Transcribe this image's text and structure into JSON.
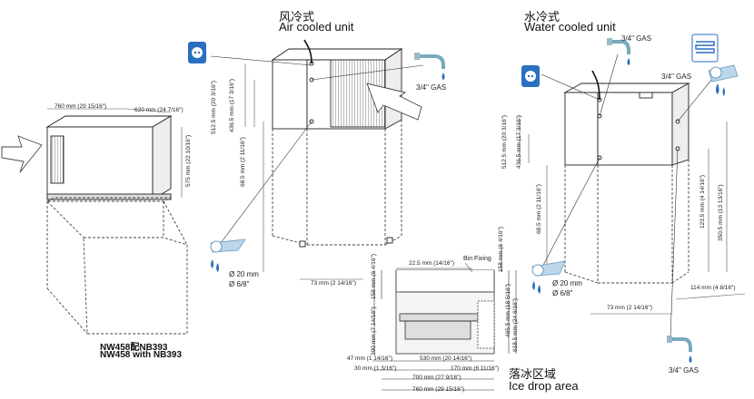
{
  "air_section": {
    "title_cn": "风冷式",
    "title_en": "Air cooled unit",
    "gas_label": "3/4\" GAS",
    "drain_mm": "Ø 20 mm",
    "drain_in": "Ø 6/8\"",
    "dim_depth": "73 mm (2 14/16\")",
    "dim_total_h": "512.5 mm (20 3/16\")",
    "dim_unit_h": "436.5 mm (17 3/16\")",
    "dim_drain_h": "68.5 mm (2 11/16\")"
  },
  "water_section": {
    "title_cn": "水冷式",
    "title_en": "Water cooled unit",
    "gas_label_top": "3/4\" GAS",
    "gas_label_right": "3/4\" GAS",
    "gas_label_bottom": "3/4\" GAS",
    "drain_mm": "Ø 20 mm",
    "drain_in": "Ø 6/8\"",
    "dim_depth": "73 mm (2 14/16\")",
    "dim_right": "114 mm (4 8/16\")",
    "dim_total_h": "512.5 mm (20 3/16\")",
    "dim_unit_h": "436.5 mm (17 3/16\")",
    "dim_drain_h": "68.5 mm (2 11/16\")",
    "dim_water_in": "123.5 mm (4 14/16\")",
    "dim_water_out": "350.5 mm (13 13/16\")"
  },
  "bin_section": {
    "width": "760 mm (29 15/16\")",
    "depth": "620 mm (24 7/16\")",
    "height": "575 mm (22 10/16\")",
    "caption_cn": "NW458配NB393",
    "caption_en": "NW458 with NB393"
  },
  "drop_section": {
    "bin_fixing": "Bin Fixing",
    "top_offset": "22.5 mm (14/16\")",
    "left_top": "158 mm (6 4/16\")",
    "left_mid": "200 mm (7 14/16\")",
    "right_top": "158 mm (6 4/16\")",
    "right_mid1": "465.5 mm (18 5/16\")",
    "right_mid2": "618.5 mm (24 6/16\")",
    "b1_left": "47 mm (1 14/16\")",
    "b1_mid": "530 mm (20 14/16\")",
    "b2_left": "30 mm (1 3/16\")",
    "b2_mid": "170 mm (6 11/16\")",
    "b3": "700 mm (27 9/16\")",
    "b4": "760 mm (29 15/16\")",
    "title_cn": "落冰区域",
    "title_en": "Ice drop area"
  },
  "icons": [
    "water-drop-icon",
    "faucet-icon",
    "power-outlet-icon",
    "radiator-icon",
    "arrow-icon"
  ]
}
